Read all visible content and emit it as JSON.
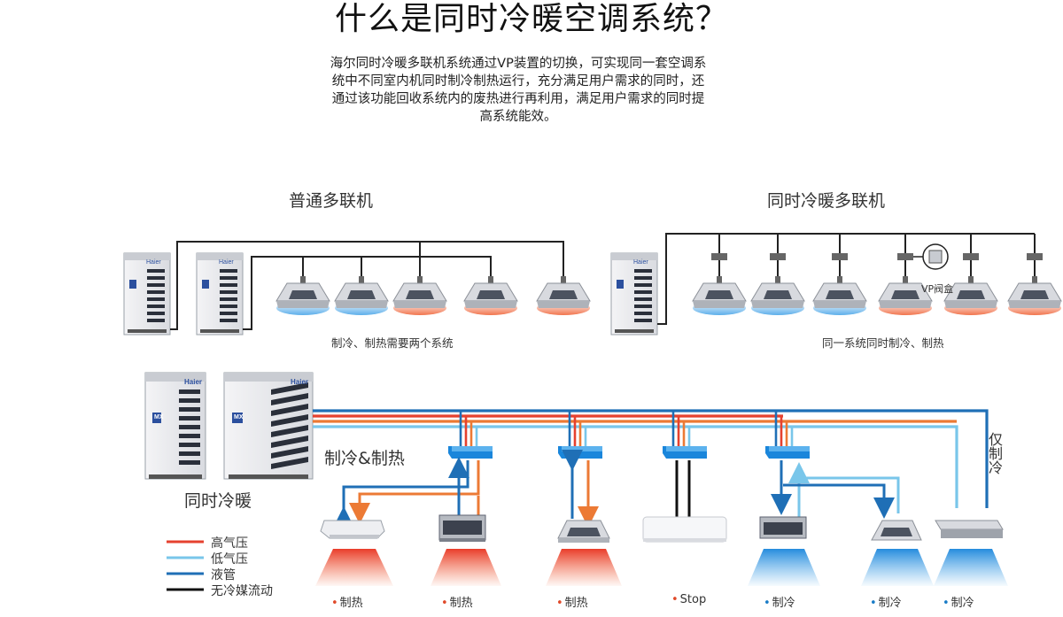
{
  "heading": {
    "title": "什么是同时冷暖空调系统？",
    "intro": "海尔同时冷暖多联机系统通过VP装置的切换，可实现同一套空调系统中不同室内机同时制冷制热运行，充分满足用户需求的同时，还通过该功能回收系统内的废热进行再利用，满足用户需求的同时提高系统能效。"
  },
  "top_left": {
    "title": "普通多联机",
    "caption": "制冷、制热需要两个系统"
  },
  "top_right": {
    "title": "同时冷暖多联机",
    "vp_label": "VP阀盒",
    "caption": "同一系统同时制冷、制热"
  },
  "bottom": {
    "outdoor_label": "同时冷暖",
    "mode_label": "制冷&制热",
    "cool_only_label": "仅制冷",
    "brand": "Haier",
    "model_mark": "MX",
    "units": [
      {
        "status": "制热",
        "mode": "heat"
      },
      {
        "status": "制热",
        "mode": "heat"
      },
      {
        "status": "制热",
        "mode": "heat"
      },
      {
        "status": "Stop",
        "mode": "stop"
      },
      {
        "status": "制冷",
        "mode": "cool"
      },
      {
        "status": "制冷",
        "mode": "cool"
      },
      {
        "status": "制冷",
        "mode": "cool"
      }
    ]
  },
  "legend": [
    {
      "label": "高气压",
      "color": "#e5412f"
    },
    {
      "label": "低气压",
      "color": "#79c6ea"
    },
    {
      "label": "液管",
      "color": "#1f6fb6"
    },
    {
      "label": "无冷媒流动",
      "color": "#111111"
    }
  ],
  "colors": {
    "heat": "#f0663a",
    "cool": "#4aa6e8",
    "pipe_dark": "#222222",
    "hot_pipe": "#e5412f",
    "low_pipe": "#79c6ea",
    "liquid_pipe": "#1f6fb6",
    "arrow_orange": "#ec7a35"
  }
}
